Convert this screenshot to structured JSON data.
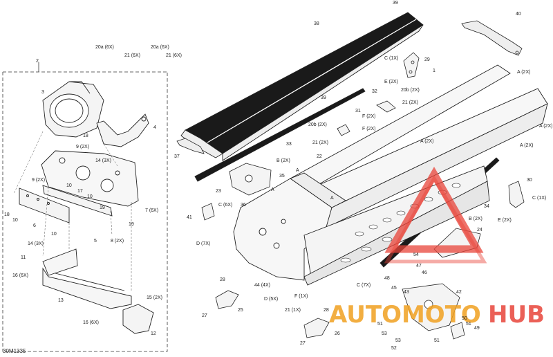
{
  "reference_code": "30M1335",
  "watermark": {
    "word_left": "AUTOMOTO",
    "word_right": "HUB",
    "color_red": "#e8443a",
    "color_orange": "#f0a020"
  },
  "callouts": [
    {
      "id": "c2",
      "text": "2"
    },
    {
      "id": "c20a6x_a",
      "text": "20a (6X)"
    },
    {
      "id": "c21_6x_a",
      "text": "21 (6X)"
    },
    {
      "id": "c20a6x_b",
      "text": "20a (6X)"
    },
    {
      "id": "c21_6x_b",
      "text": "21 (6X)"
    },
    {
      "id": "c3",
      "text": "3"
    },
    {
      "id": "c4",
      "text": "4"
    },
    {
      "id": "c18a",
      "text": "18"
    },
    {
      "id": "c9_2x_a",
      "text": "9 (2X)"
    },
    {
      "id": "c14_3x_a",
      "text": "14 (3X)"
    },
    {
      "id": "c9_2x_b",
      "text": "9 (2X)"
    },
    {
      "id": "c10a",
      "text": "10"
    },
    {
      "id": "c17",
      "text": "17"
    },
    {
      "id": "c10b",
      "text": "10"
    },
    {
      "id": "c19a",
      "text": "19"
    },
    {
      "id": "c7_6x",
      "text": "7 (6X)"
    },
    {
      "id": "c18b",
      "text": "18"
    },
    {
      "id": "c10c",
      "text": "10"
    },
    {
      "id": "c6",
      "text": "6"
    },
    {
      "id": "c19b",
      "text": "19"
    },
    {
      "id": "c10d",
      "text": "10"
    },
    {
      "id": "c5",
      "text": "5"
    },
    {
      "id": "c8_2x",
      "text": "8 (2X)"
    },
    {
      "id": "c14_3x_b",
      "text": "14 (3X)"
    },
    {
      "id": "c11",
      "text": "11"
    },
    {
      "id": "c16_6x_a",
      "text": "16 (6X)"
    },
    {
      "id": "c13",
      "text": "13"
    },
    {
      "id": "c15_2x",
      "text": "15 (2X)"
    },
    {
      "id": "c16_6x_b",
      "text": "16 (6X)"
    },
    {
      "id": "c12",
      "text": "12"
    },
    {
      "id": "c39a",
      "text": "39"
    },
    {
      "id": "c38",
      "text": "38"
    },
    {
      "id": "c40",
      "text": "40"
    },
    {
      "id": "cC1x",
      "text": "C (1X)"
    },
    {
      "id": "c29",
      "text": "29"
    },
    {
      "id": "cE2x_a",
      "text": "E (2X)"
    },
    {
      "id": "c1",
      "text": "1"
    },
    {
      "id": "cA2x_a",
      "text": "A (2X)"
    },
    {
      "id": "c32",
      "text": "32"
    },
    {
      "id": "c20b_2x_a",
      "text": "20b (2X)"
    },
    {
      "id": "c21_2x_a",
      "text": "21 (2X)"
    },
    {
      "id": "c39b",
      "text": "39"
    },
    {
      "id": "cF2x_a",
      "text": "F (2X)"
    },
    {
      "id": "c31",
      "text": "31"
    },
    {
      "id": "c20b_2x_b",
      "text": "20b (2X)"
    },
    {
      "id": "cF2x_b",
      "text": "F (2X)"
    },
    {
      "id": "c21_2x_b",
      "text": "21 (2X)"
    },
    {
      "id": "cA2x_b",
      "text": "A (2X)"
    },
    {
      "id": "cA2x_c",
      "text": "A (2X)"
    },
    {
      "id": "cA2x_d",
      "text": "A (2X)"
    },
    {
      "id": "c37",
      "text": "37"
    },
    {
      "id": "c33",
      "text": "33"
    },
    {
      "id": "c22",
      "text": "22"
    },
    {
      "id": "cB2x_a",
      "text": "B (2X)"
    },
    {
      "id": "cA_a",
      "text": "A"
    },
    {
      "id": "c23",
      "text": "23"
    },
    {
      "id": "c35",
      "text": "35"
    },
    {
      "id": "cA_b",
      "text": "A"
    },
    {
      "id": "cA_c",
      "text": "A"
    },
    {
      "id": "c36",
      "text": "36"
    },
    {
      "id": "cC6x",
      "text": "C (6X)"
    },
    {
      "id": "c41",
      "text": "41"
    },
    {
      "id": "cD7x",
      "text": "D (7X)"
    },
    {
      "id": "c34",
      "text": "34"
    },
    {
      "id": "c30",
      "text": "30"
    },
    {
      "id": "cC1x_b",
      "text": "C (1X)"
    },
    {
      "id": "cE2x_b",
      "text": "E (2X)"
    },
    {
      "id": "cB2x_b",
      "text": "B (2X)"
    },
    {
      "id": "c24",
      "text": "24"
    },
    {
      "id": "c54",
      "text": "54"
    },
    {
      "id": "c47",
      "text": "47"
    },
    {
      "id": "c48",
      "text": "48"
    },
    {
      "id": "c46",
      "text": "46"
    },
    {
      "id": "c45",
      "text": "45"
    },
    {
      "id": "c44_4x",
      "text": "44 (4X)"
    },
    {
      "id": "cC7x",
      "text": "C (7X)"
    },
    {
      "id": "cD5x",
      "text": "D (5X)"
    },
    {
      "id": "cF1x",
      "text": "F (1X)"
    },
    {
      "id": "c21_1x",
      "text": "21 (1X)"
    },
    {
      "id": "c43",
      "text": "43"
    },
    {
      "id": "c42",
      "text": "42"
    },
    {
      "id": "c28a",
      "text": "28"
    },
    {
      "id": "c27a",
      "text": "27"
    },
    {
      "id": "c25",
      "text": "25"
    },
    {
      "id": "c28b",
      "text": "28"
    },
    {
      "id": "c27b",
      "text": "27"
    },
    {
      "id": "c26",
      "text": "26"
    },
    {
      "id": "c51a",
      "text": "51"
    },
    {
      "id": "c53a",
      "text": "53"
    },
    {
      "id": "c50",
      "text": "50"
    },
    {
      "id": "c51b",
      "text": "51"
    },
    {
      "id": "c49",
      "text": "49"
    },
    {
      "id": "c53b",
      "text": "53"
    },
    {
      "id": "c51c",
      "text": "51"
    },
    {
      "id": "c52",
      "text": "52"
    }
  ]
}
